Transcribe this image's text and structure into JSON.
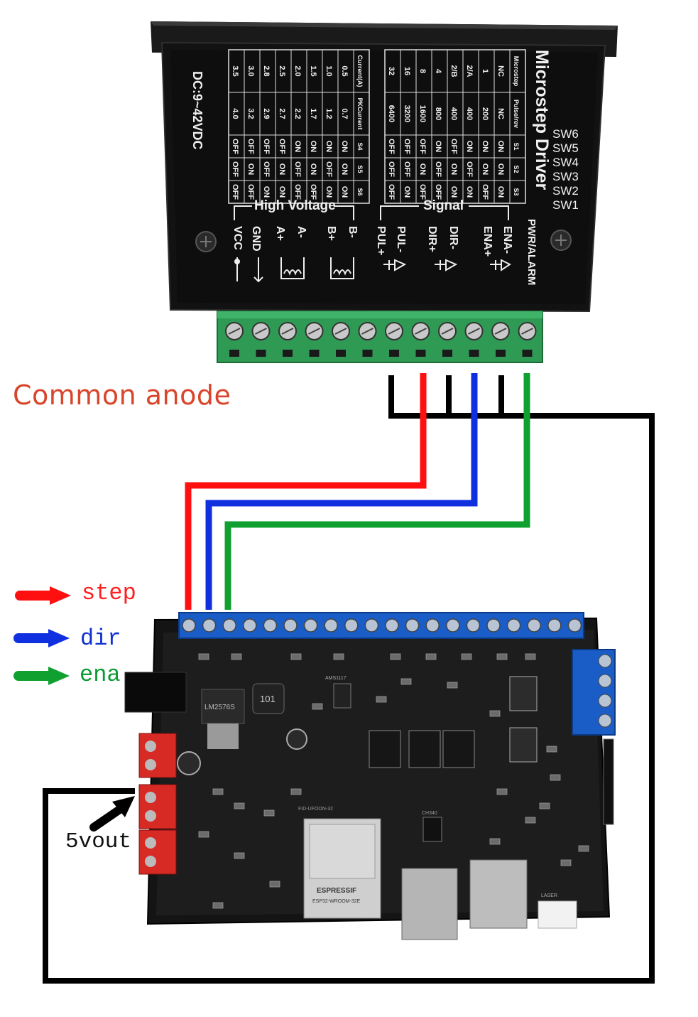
{
  "annotations": {
    "common_anode": "Common anode",
    "step": "step",
    "dir": "dir",
    "ena": "ena",
    "five_vout": "5vout"
  },
  "wire_colors": {
    "common": "#000000",
    "step": "#ff1010",
    "dir": "#1030e0",
    "ena": "#10a030"
  },
  "driver": {
    "title": "Microstep Driver",
    "supply": "DC:9~42VDC",
    "sw_labels": [
      "SW6",
      "SW5",
      "SW4",
      "SW3",
      "SW2",
      "SW1"
    ],
    "microstep_table": {
      "headers": [
        "Microstep",
        "Pulse/rev",
        "S1",
        "S2",
        "S3"
      ],
      "rows": [
        [
          "NC",
          "NC",
          "ON",
          "ON",
          "ON"
        ],
        [
          "1",
          "200",
          "ON",
          "ON",
          "OFF"
        ],
        [
          "2/A",
          "400",
          "ON",
          "OFF",
          "ON"
        ],
        [
          "2/B",
          "400",
          "OFF",
          "ON",
          "ON"
        ],
        [
          "4",
          "800",
          "ON",
          "OFF",
          "OFF"
        ],
        [
          "8",
          "1600",
          "OFF",
          "ON",
          "OFF"
        ],
        [
          "16",
          "3200",
          "OFF",
          "OFF",
          "ON"
        ],
        [
          "32",
          "6400",
          "OFF",
          "OFF",
          "OFF"
        ]
      ]
    },
    "current_table": {
      "headers": [
        "Current(A)",
        "PKCurrent",
        "S4",
        "S5",
        "S6"
      ],
      "rows": [
        [
          "0.5",
          "0.7",
          "ON",
          "ON",
          "ON"
        ],
        [
          "1.0",
          "1.2",
          "ON",
          "OFF",
          "ON"
        ],
        [
          "1.5",
          "1.7",
          "ON",
          "ON",
          "OFF"
        ],
        [
          "2.0",
          "2.2",
          "ON",
          "OFF",
          "OFF"
        ],
        [
          "2.5",
          "2.7",
          "OFF",
          "ON",
          "ON"
        ],
        [
          "2.8",
          "2.9",
          "OFF",
          "OFF",
          "ON"
        ],
        [
          "3.0",
          "3.2",
          "OFF",
          "ON",
          "OFF"
        ],
        [
          "3.5",
          "4.0",
          "OFF",
          "OFF",
          "OFF"
        ]
      ]
    },
    "group_high_voltage": "High Voltage",
    "group_signal": "Signal",
    "terminals": [
      "VCC",
      "GND",
      "A+",
      "A-",
      "B+",
      "B-",
      "PUL+",
      "PUL-",
      "DIR+",
      "DIR-",
      "ENA+",
      "ENA-"
    ],
    "pwr_alarm": "PWR/ALARM"
  },
  "board": {
    "module_brand": "ESPRESSIF",
    "module_name": "ESP32-WROOM-32E",
    "regulator": "LM2576S",
    "ldo": "AMS1117",
    "inductor": "101",
    "usb_chip": "CH340",
    "model_text": "FID-UFOON-32",
    "laser_label": "LASER"
  }
}
